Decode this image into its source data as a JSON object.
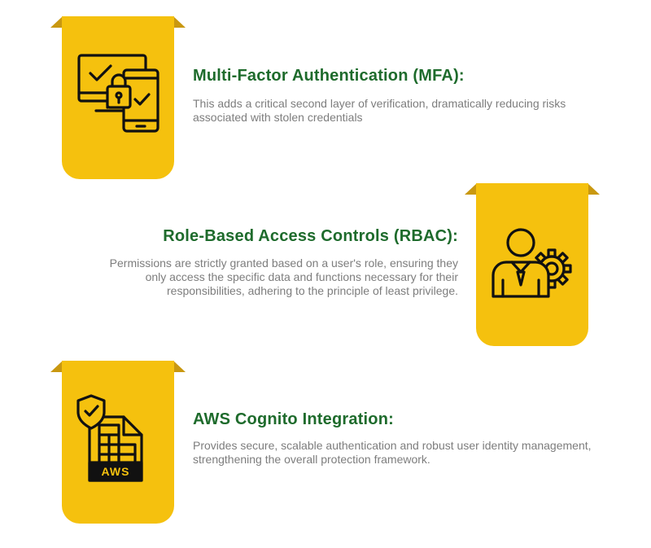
{
  "features": [
    {
      "title": "Multi-Factor Authentication (MFA):",
      "description": "This adds a critical second layer of verification, dramatically reducing risks associated with stolen credentials",
      "icon": "mfa-devices-icon"
    },
    {
      "title": "Role-Based Access Controls (RBAC):",
      "description": "Permissions are strictly granted based on a user's role, ensuring they only access the specific data and functions necessary for their responsibilities, adhering to the principle of least privilege.",
      "icon": "user-gear-icon"
    },
    {
      "title": "AWS Cognito Integration:",
      "description": "Provides secure, scalable authentication and robust user identity management, strengthening the overall protection framework.",
      "icon": "aws-document-shield-icon",
      "icon_badge": "AWS"
    }
  ],
  "colors": {
    "tab": "#f5c10e",
    "tab_fold": "#c99810",
    "title": "#1e6b2c",
    "description": "#7d7d7d",
    "icon_stroke": "#111111"
  }
}
